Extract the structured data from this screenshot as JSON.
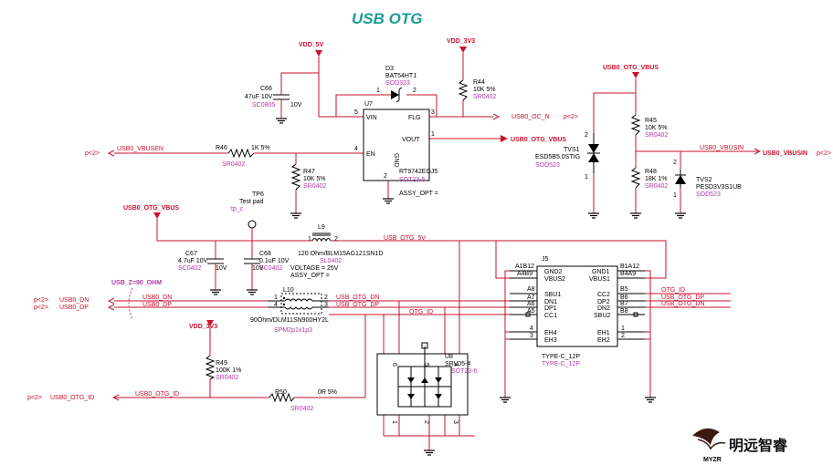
{
  "title": "USB OTG",
  "colors": {
    "title": "#1a9c9a",
    "wire": "#c8102e",
    "part": "#000000",
    "footprint": "#b23aa6"
  },
  "nets": {
    "vdd5v": "VDD_5V",
    "vdd3v3_top": "VDD_3V3",
    "vdd3v3_left": "VDD_3V3",
    "otg_vbus_tr": "USB0_OTG_VBUS",
    "otg_vbus_mid": "USB0_OTG_VBUS",
    "otg_vbus_left": "USB0_OTG_VBUS",
    "oc_n": "USB0_OC_N",
    "oc_n_ref": "p<2>",
    "vbusen": "USB0_VBUSEN",
    "vbusen_ref": "p<2>",
    "vbusin": "USB0_VBUSIN",
    "vbusin_right": "USB0_VBUSIN",
    "vbusin_ref": "p<2>",
    "usb0_dn": "USB0_DN",
    "usb0_dp": "USB0_DP",
    "dn_ref": "p<2>",
    "dp_ref": "p<2>",
    "otg_dn": "USB_OTG_DN",
    "otg_dp": "USB_OTG_DP",
    "otg_dn_r": "USB_OTG_DN",
    "otg_dp_r": "USB_OTG_DP",
    "otg_id": "OTG_ID",
    "otg_id_r": "OTG_ID",
    "otg_5v": "USB_OTG_5V",
    "usb0_otg_id": "USB0_OTG_ID",
    "usb0_otg_id_l": "USB0_OTG_ID",
    "id_ref": "p<2>",
    "z90": "USB_Z=90_OHM"
  },
  "parts": {
    "c66": {
      "ref": "C66",
      "val": "47uF 10V",
      "fp": "SC0805",
      "volt": "10V"
    },
    "d3": {
      "ref": "D3",
      "val": "BAT54HT1",
      "fp": "SOD323",
      "p1": "1",
      "p2": "2"
    },
    "r44": {
      "ref": "R44",
      "val": "10K 5%",
      "fp": "SR0402"
    },
    "u7": {
      "ref": "U7",
      "vin": "VIN",
      "flg": "FLG",
      "vout": "VOUT",
      "en": "EN",
      "gnd": "GND",
      "pin5": "5",
      "pin3": "3",
      "pin1": "1",
      "pin4": "4",
      "pin2": "2",
      "val": "RT9742EGJ5",
      "fp": "SOT23-5",
      "assy": "ASSY_OPT ="
    },
    "r46": {
      "ref": "R46",
      "val": "1K 5%",
      "fp": "SR0402"
    },
    "r47": {
      "ref": "R47",
      "val": "10K 5%",
      "fp": "SR0402"
    },
    "tp6": {
      "ref": "TP6",
      "val": "Test pad",
      "fp": "tp_c"
    },
    "r45": {
      "ref": "R45",
      "val": "10K 5%",
      "fp": "SR0402"
    },
    "r48": {
      "ref": "R48",
      "val": "18K 1%",
      "fp": "SR0402"
    },
    "tvs1": {
      "ref": "TVS1",
      "val": "ESD5B5.0STIG",
      "fp": "SOD523",
      "p2": "2",
      "p1": "1"
    },
    "tvs2": {
      "ref": "TVS2",
      "val": "PESD3V3S1UB",
      "fp": "SOD523",
      "p2": "2",
      "p1": "1"
    },
    "l9": {
      "ref": "L9",
      "val": "120 Ohm/BLM15AG121SN1D",
      "fp": "SL0402",
      "volt": "VOLTAGE = 25V",
      "assy": "ASSY_OPT =",
      "p1": "1",
      "p2": "2"
    },
    "c67": {
      "ref": "C67",
      "val": "4.7uF 10V",
      "fp": "SC0402",
      "volt": "10V"
    },
    "c68": {
      "ref": "C68",
      "val": "0.1uF 10V",
      "fp": "SC0402",
      "volt": "10V"
    },
    "l10": {
      "ref": "L10",
      "val": "90Ohm/DLM11SN900HY2L",
      "fp": "SPM2p1x1p3",
      "p1": "1",
      "p4": "4",
      "p2": "2",
      "p3": "3"
    },
    "r49": {
      "ref": "R49",
      "val": "100K 1%",
      "fp": "SR0402"
    },
    "r50": {
      "ref": "R50",
      "val": "0R 5%",
      "fp": "SR0402"
    },
    "u8": {
      "ref": "U8",
      "val": "SRV05-4",
      "fp": "SOT23-6",
      "p6": "6",
      "p5": "5",
      "p4": "4",
      "p1": "1",
      "p2": "2",
      "p3": "3"
    },
    "j5": {
      "ref": "J5",
      "val": "TYPE-C_12P",
      "fp": "TYPE-C_12P",
      "l_gnd2": "GND2",
      "l_vbus2": "VBUS2",
      "l_sbu1": "SBU1",
      "l_dn1": "DN1",
      "l_dp1": "DP1",
      "l_cc1": "CC1",
      "l_eh4": "EH4",
      "l_eh3": "EH3",
      "r_gnd1": "GND1",
      "r_vbus1": "VBUS1",
      "r_cc2": "CC2",
      "r_dp2": "DP2",
      "r_dn2": "DN2",
      "r_sbu2": "SBU2",
      "r_eh1": "EH1",
      "r_eh2": "EH2",
      "pa1b12": "A1B12",
      "pa4b9": "A4B9",
      "pa8": "A8",
      "pa7": "A7",
      "pa6": "A6",
      "pa5": "A5",
      "p4": "4",
      "p3": "3",
      "pb1a12": "B1A12",
      "pb4a9": "B4A9",
      "pb5": "B5",
      "pb6": "B6",
      "pb7": "B7",
      "pb8": "B8",
      "p1": "1",
      "p2": "2"
    }
  },
  "logo": {
    "text": "明远智睿",
    "sub": "MYZR"
  }
}
